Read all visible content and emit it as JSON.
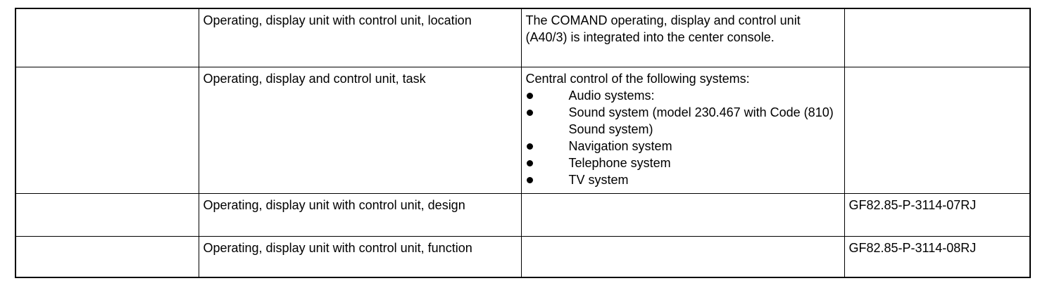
{
  "document": {
    "type": "specification-table",
    "background_color": "#ffffff",
    "text_color": "#000000",
    "border_color": "#000000"
  },
  "table": {
    "columns": [
      {
        "key": "col_index",
        "header": ""
      },
      {
        "key": "col_attribute",
        "header": ""
      },
      {
        "key": "col_description",
        "header": ""
      },
      {
        "key": "col_reference",
        "header": ""
      }
    ],
    "rows": [
      {
        "id": "row-location",
        "index": "",
        "attribute": "Operating, display unit with control unit, location",
        "description": "The COMAND operating, display and control unit (A40/3) is integrated into the center console.",
        "bullets": [],
        "reference": ""
      },
      {
        "id": "row-task",
        "index": "",
        "attribute": "Operating, display and control unit, task",
        "description": "Central control of the following systems:",
        "bullets": [
          "Audio systems:",
          "Sound system (model 230.467 with Code (810) Sound system)",
          "Navigation system",
          "Telephone system",
          "TV system"
        ],
        "reference": ""
      },
      {
        "id": "row-design",
        "index": "",
        "attribute": "Operating, display unit with control unit, design",
        "description": "",
        "bullets": [],
        "reference": "GF82.85-P-3114-07RJ"
      },
      {
        "id": "row-function",
        "index": "",
        "attribute": "Operating, display unit with control unit, function",
        "description": "",
        "bullets": [],
        "reference": "GF82.85-P-3114-08RJ"
      }
    ]
  }
}
